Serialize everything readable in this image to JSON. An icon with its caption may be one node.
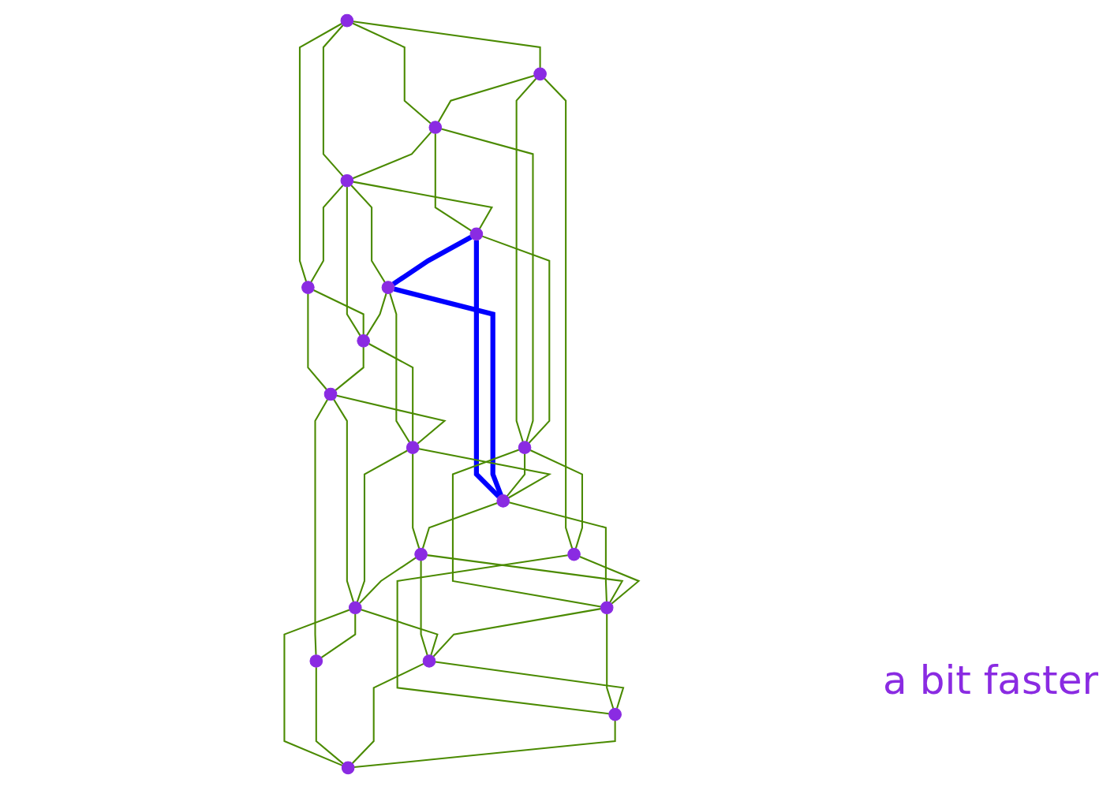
{
  "diagram": {
    "nodes": [
      {
        "text": [],
        "shape": "circle"
      },
      {
        "text": [],
        "shape": "circle"
      },
      {
        "text": [],
        "shape": "circle"
      },
      {
        "text": [],
        "shape": "circle"
      },
      {
        "text": [],
        "shape": "circle"
      },
      {
        "text": [],
        "shape": "circle"
      },
      {
        "text": [],
        "shape": "circle"
      },
      {
        "text": [],
        "shape": "circle"
      },
      {
        "text": [],
        "shape": "circle"
      },
      {
        "text": [],
        "shape": "circle"
      },
      {
        "text": [],
        "shape": "circle"
      },
      {
        "text": [],
        "shape": "circle"
      },
      {
        "text": [],
        "shape": "circle"
      },
      {
        "text": [],
        "shape": "circle"
      },
      {
        "text": [],
        "shape": "circle"
      },
      {
        "text": [],
        "shape": "circle"
      },
      {
        "text": [],
        "shape": "circle"
      },
      {
        "text": [],
        "shape": "circle"
      },
      {
        "text": [],
        "shape": "circle"
      },
      {
        "text": [],
        "shape": "circle"
      }
    ],
    "edges": [
      {
        "from": 0,
        "to": 4,
        "arrow": "none"
      },
      {
        "from": 0,
        "to": 2,
        "arrow": "none"
      },
      {
        "from": 0,
        "to": 3,
        "arrow": "none"
      },
      {
        "from": 0,
        "to": 1,
        "arrow": "none"
      },
      {
        "from": 4,
        "to": 2,
        "arrow": "none"
      },
      {
        "from": 2,
        "to": 3,
        "arrow": "none"
      },
      {
        "from": 3,
        "to": 1,
        "arrow": "none"
      },
      {
        "from": 4,
        "to": 7,
        "arrow": "none"
      },
      {
        "from": 4,
        "to": 15,
        "arrow": "none"
      },
      {
        "from": 2,
        "to": 6,
        "arrow": "none"
      },
      {
        "from": 2,
        "to": 7,
        "arrow": "none"
      },
      {
        "from": 3,
        "to": 6,
        "arrow": "none"
      },
      {
        "from": 3,
        "to": 5,
        "arrow": "none"
      },
      {
        "from": 3,
        "to": 8,
        "arrow": "none"
      },
      {
        "from": 1,
        "to": 5,
        "arrow": "none"
      },
      {
        "from": 1,
        "to": 9,
        "arrow": "none"
      },
      {
        "from": 6,
        "to": 7,
        "arrow": "none"
      },
      {
        "from": 6,
        "to": 8,
        "arrow": "none",
        "style": "thick",
        "color": "#0000ff"
      },
      {
        "from": 6,
        "to": 11,
        "arrow": "none",
        "style": "thick",
        "color": "#0000ff"
      },
      {
        "from": 8,
        "to": 11,
        "arrow": "none",
        "style": "thick",
        "color": "#0000ff"
      },
      {
        "from": 8,
        "to": 5,
        "arrow": "none"
      },
      {
        "from": 8,
        "to": 10,
        "arrow": "none"
      },
      {
        "from": 5,
        "to": 10,
        "arrow": "none"
      },
      {
        "from": 5,
        "to": 9,
        "arrow": "none"
      },
      {
        "from": 7,
        "to": 11,
        "arrow": "none"
      },
      {
        "from": 7,
        "to": 15,
        "arrow": "none"
      },
      {
        "from": 7,
        "to": 16,
        "arrow": "none"
      },
      {
        "from": 9,
        "to": 10,
        "arrow": "none"
      },
      {
        "from": 9,
        "to": 14,
        "arrow": "none"
      },
      {
        "from": 9,
        "to": 12,
        "arrow": "none"
      },
      {
        "from": 10,
        "to": 11,
        "arrow": "none"
      },
      {
        "from": 10,
        "to": 13,
        "arrow": "none"
      },
      {
        "from": 10,
        "to": 14,
        "arrow": "none"
      },
      {
        "from": 11,
        "to": 13,
        "arrow": "none"
      },
      {
        "from": 11,
        "to": 16,
        "arrow": "none"
      },
      {
        "from": 13,
        "to": 14,
        "arrow": "none"
      },
      {
        "from": 13,
        "to": 16,
        "arrow": "none"
      },
      {
        "from": 13,
        "to": 17,
        "arrow": "none"
      },
      {
        "from": 14,
        "to": 12,
        "arrow": "none"
      },
      {
        "from": 14,
        "to": 17,
        "arrow": "none"
      },
      {
        "from": 14,
        "to": 18,
        "arrow": "none"
      },
      {
        "from": 12,
        "to": 18,
        "arrow": "none"
      },
      {
        "from": 15,
        "to": 16,
        "arrow": "none"
      },
      {
        "from": 15,
        "to": 19,
        "arrow": "none"
      },
      {
        "from": 16,
        "to": 19,
        "arrow": "none"
      },
      {
        "from": 16,
        "to": 17,
        "arrow": "none"
      },
      {
        "from": 17,
        "to": 18,
        "arrow": "none"
      },
      {
        "from": 17,
        "to": 19,
        "arrow": "none"
      },
      {
        "from": 19,
        "to": 18,
        "arrow": "none"
      }
    ],
    "labels": [
      "a bit faster"
    ]
  }
}
